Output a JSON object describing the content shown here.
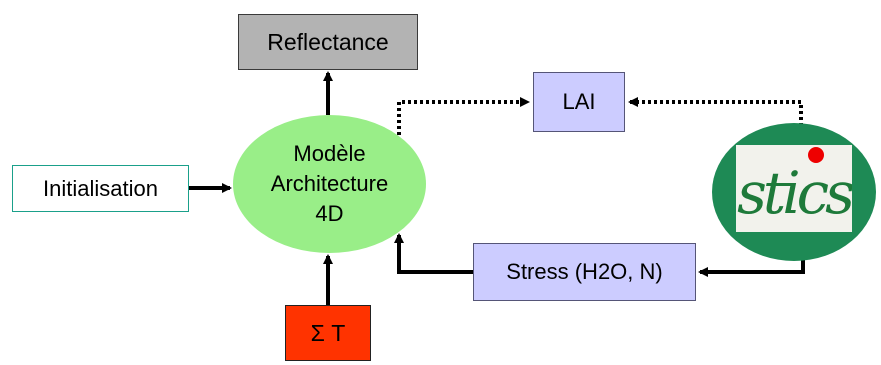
{
  "nodes": {
    "reflectance": "Reflectance",
    "lai": "LAI",
    "initialisation": "Initialisation",
    "stress": "Stress (H2O, N)",
    "sigma_t": "Σ T",
    "model": {
      "line1": "Modèle",
      "line2": "Architecture",
      "line3": "4D"
    }
  },
  "logo": {
    "text": "stics"
  },
  "colors": {
    "reflectance_fill": "#b3b3b3",
    "lai_fill": "#ccccff",
    "stress_fill": "#ccccff",
    "sigma_fill": "#ff3300",
    "model_fill": "#99ee88",
    "stics_ellipse": "#1e8a55",
    "stics_logo_bg": "#f2f2ec",
    "stics_dot": "#ee0000",
    "init_border": "#1aa08a"
  }
}
